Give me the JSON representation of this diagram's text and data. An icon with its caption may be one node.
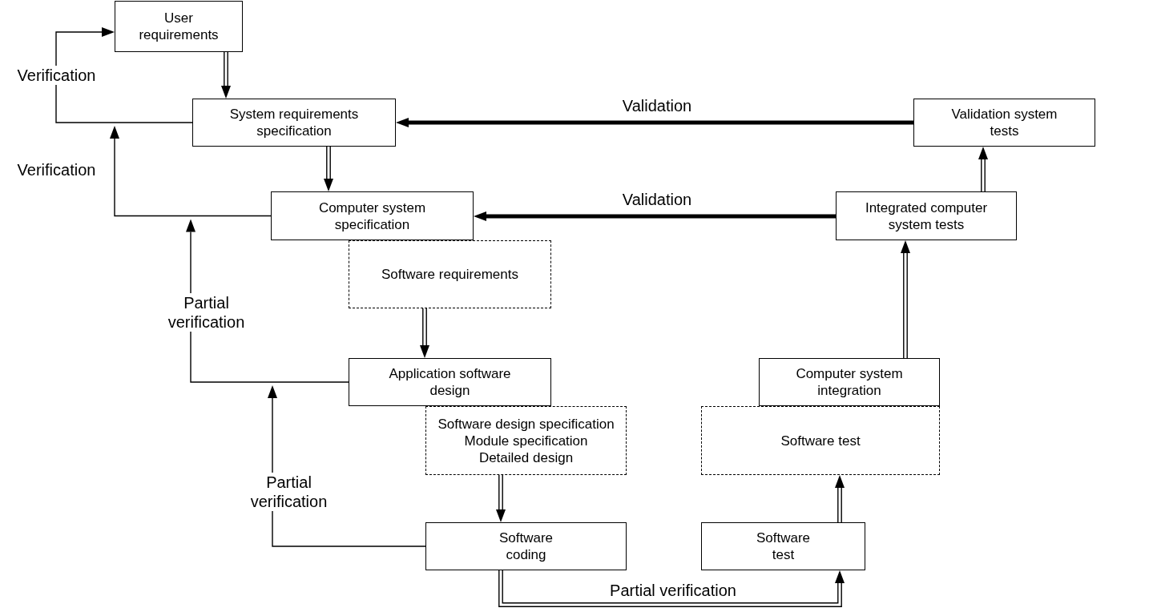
{
  "diagram": {
    "nodes": [
      {
        "text": [
          "User requirements"
        ]
      },
      {
        "text": [
          "System requirements specification"
        ]
      },
      {
        "text": [
          "Validation system tests"
        ]
      },
      {
        "text": [
          "Computer system specification"
        ]
      },
      {
        "text": [
          "Integrated computer system tests"
        ]
      },
      {
        "text": [
          "Software requirements"
        ]
      },
      {
        "text": [
          "Application software design"
        ]
      },
      {
        "text": [
          "Computer system integration"
        ]
      },
      {
        "text": [
          "Software design specification",
          "Module specification",
          "Detailed design"
        ]
      },
      {
        "text": [
          "Software test"
        ]
      },
      {
        "text": [
          "Software coding"
        ]
      },
      {
        "text": [
          "Software test"
        ]
      }
    ],
    "edges": [
      {
        "from": 0,
        "to": 1,
        "arrow": "to"
      },
      {
        "from": 1,
        "to": 3,
        "arrow": "to"
      },
      {
        "from": 5,
        "to": 6,
        "arrow": "to"
      },
      {
        "from": 8,
        "to": 10,
        "arrow": "to"
      },
      {
        "from": 11,
        "to": 9,
        "arrow": "to"
      },
      {
        "from": 7,
        "to": 4,
        "arrow": "to"
      },
      {
        "from": 4,
        "to": 2,
        "arrow": "to"
      },
      {
        "from": 10,
        "to": 11,
        "arrow": "to",
        "label": "Partial verification"
      },
      {
        "from": 2,
        "to": 1,
        "arrow": "to",
        "label": "Validation",
        "style": "thick"
      },
      {
        "from": 4,
        "to": 3,
        "arrow": "to",
        "label": "Validation",
        "style": "thick"
      },
      {
        "from": 1,
        "to": 0,
        "arrow": "to",
        "label": "Verification"
      },
      {
        "from": 3,
        "to": 1,
        "arrow": "to",
        "label": "Verification"
      },
      {
        "from": 6,
        "to": 3,
        "arrow": "to",
        "label": "Partial verification"
      },
      {
        "from": 10,
        "to": 6,
        "arrow": "to",
        "label": "Partial verification"
      }
    ]
  }
}
